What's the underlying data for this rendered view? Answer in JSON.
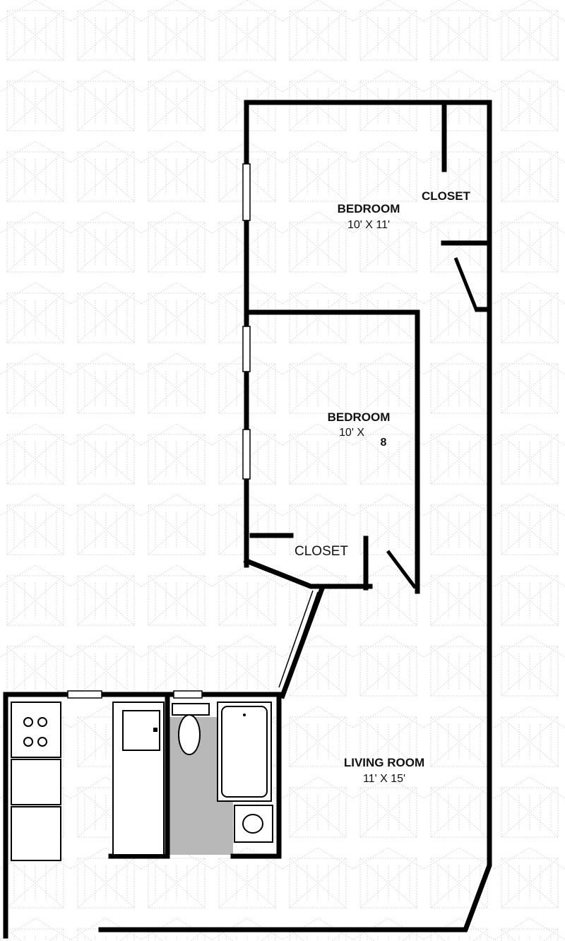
{
  "rooms": {
    "bedroom_top": {
      "label": "BEDROOM",
      "dims": "10' X 11'"
    },
    "bedroom_mid": {
      "label": "BEDROOM",
      "dims_prefix": "10' X",
      "dims_suffix": "8"
    },
    "living_room": {
      "label": "LIVING ROOM",
      "dims": "11' X 15'"
    }
  },
  "closets": {
    "closet_top": "CLOSET",
    "closet_mid": "CLOSET"
  },
  "colors": {
    "wall": "#000000",
    "bathroom_floor": "#b8b8b8",
    "watermark": "#d8d8d8",
    "window": "#ffffff"
  }
}
